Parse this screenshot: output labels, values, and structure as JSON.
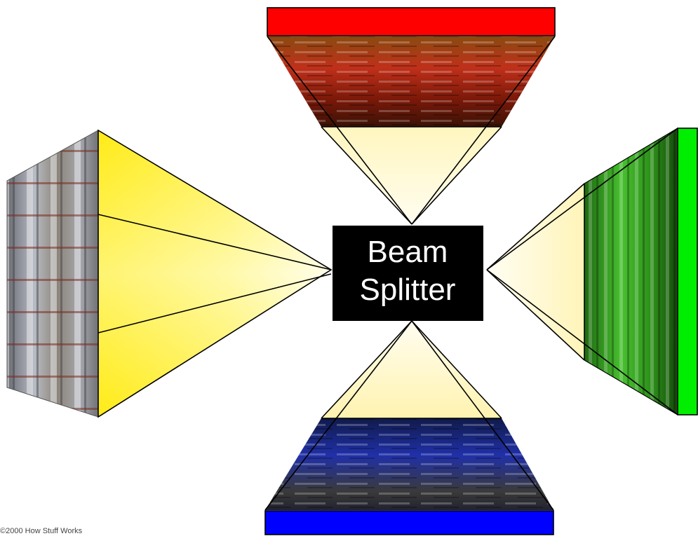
{
  "splitter": {
    "line1": "Beam",
    "line2": "Splitter"
  },
  "credit": "©2000 How Stuff Works",
  "colors": {
    "red": "#ff0000",
    "green": "#00ee00",
    "blue": "#0000ff",
    "light": "#fff04a",
    "splitter_bg": "#000000",
    "splitter_text": "#ffffff"
  }
}
